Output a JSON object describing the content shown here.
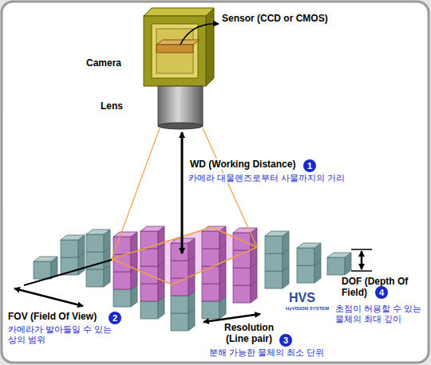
{
  "diagram": {
    "nodes": [
      {
        "text": [
          "1"
        ]
      },
      {
        "text": [
          "2"
        ]
      },
      {
        "text": [
          "3"
        ]
      },
      {
        "text": [
          "4"
        ]
      }
    ],
    "labels": [
      "Sensor (CCD or CMOS)",
      "Camera",
      "Lens",
      "WD (Working Distance)",
      "카메라 대물렌즈로부터 사물까지의 거리",
      "FOV (Field Of View)",
      "카메라가 발아들일 수 있는 상의 범위",
      "Resolution (Line pair)",
      "분해 가능한 물체의 최소 단위",
      "DOF (Depth Of Field)",
      "초점이 허용할 수 있는 물체의 최대 깊이",
      "HVS",
      "HyVISION SYSTEM"
    ]
  }
}
